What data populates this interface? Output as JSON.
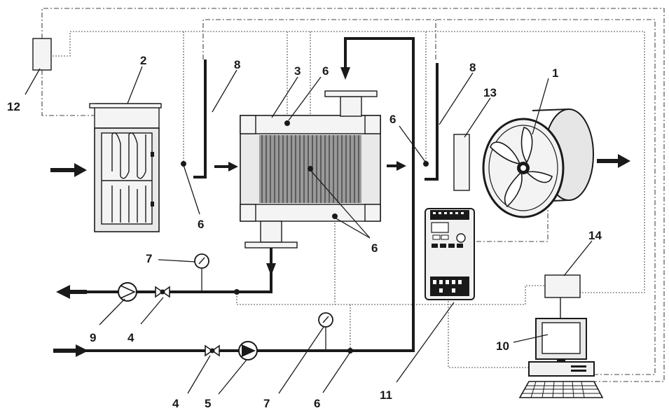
{
  "diagram": {
    "labels": [
      {
        "id": "1",
        "text": "1"
      },
      {
        "id": "2",
        "text": "2"
      },
      {
        "id": "3",
        "text": "3"
      },
      {
        "id": "4a",
        "text": "4"
      },
      {
        "id": "4b",
        "text": "4"
      },
      {
        "id": "5",
        "text": "5"
      },
      {
        "id": "6a",
        "text": "6"
      },
      {
        "id": "6b",
        "text": "6"
      },
      {
        "id": "6c",
        "text": "6"
      },
      {
        "id": "6d",
        "text": "6"
      },
      {
        "id": "6e",
        "text": "6"
      },
      {
        "id": "7a",
        "text": "7"
      },
      {
        "id": "7b",
        "text": "7"
      },
      {
        "id": "8a",
        "text": "8"
      },
      {
        "id": "8b",
        "text": "8"
      },
      {
        "id": "9",
        "text": "9"
      },
      {
        "id": "10",
        "text": "10"
      },
      {
        "id": "11",
        "text": "11"
      },
      {
        "id": "12",
        "text": "12"
      },
      {
        "id": "13",
        "text": "13"
      },
      {
        "id": "14",
        "text": "14"
      }
    ]
  }
}
